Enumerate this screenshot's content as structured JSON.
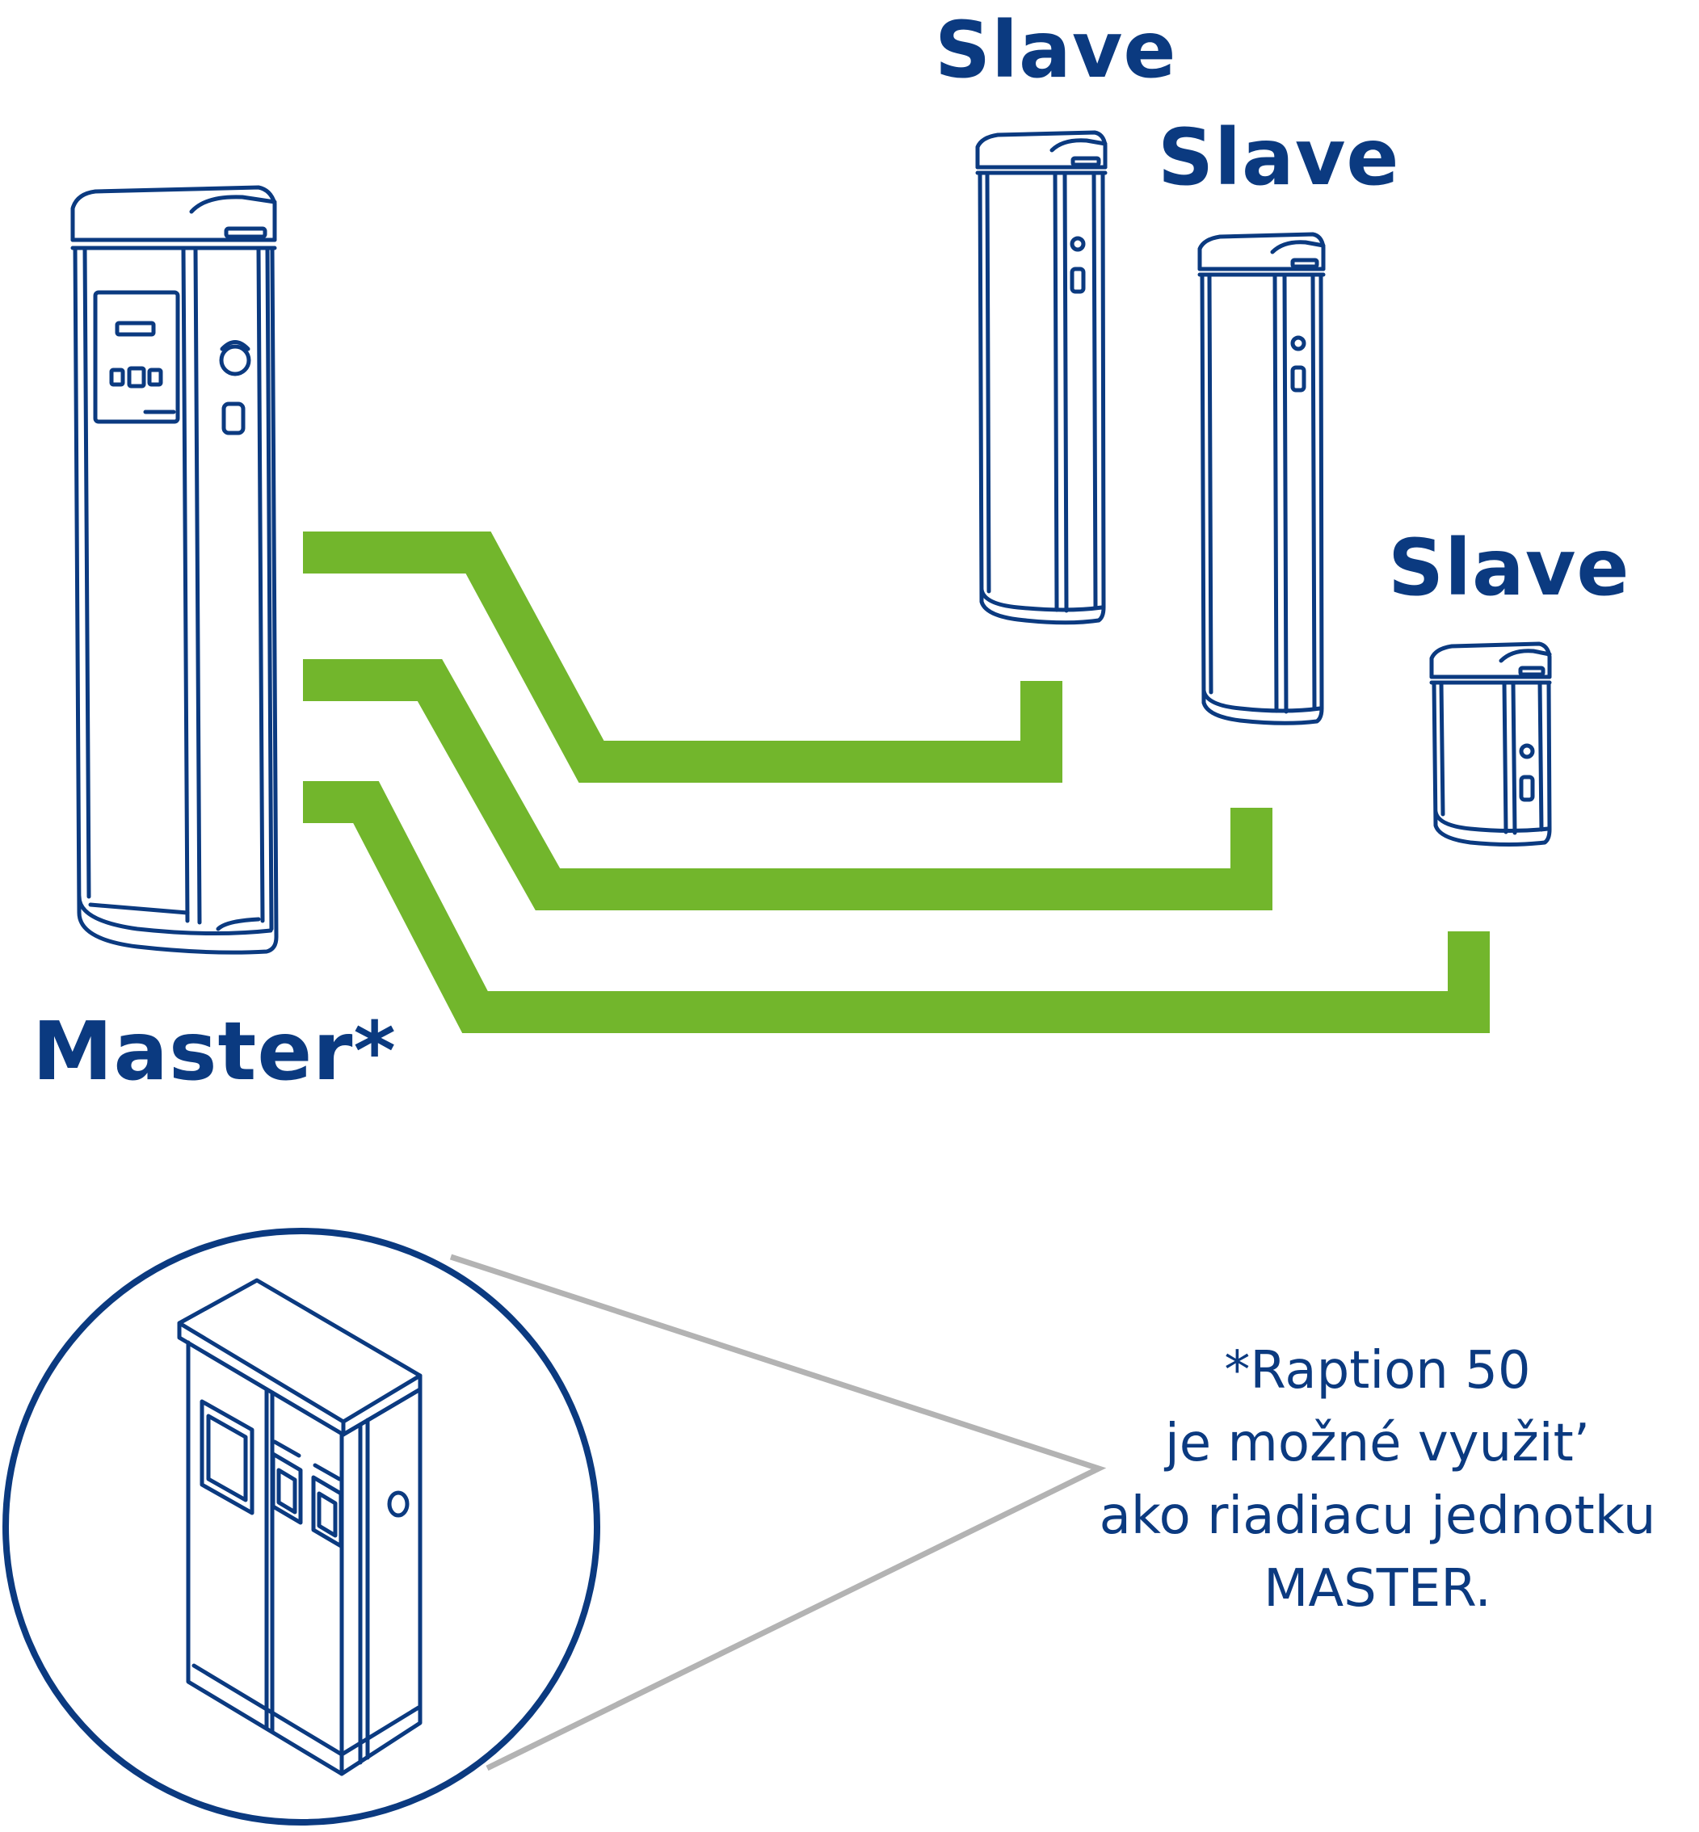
{
  "labels": {
    "slave_1": "Slave",
    "slave_2": "Slave",
    "slave_3": "Slave",
    "master": "Master*"
  },
  "note": {
    "line_1": "*Raption 50",
    "line_2": "je možné využit’",
    "line_3": "ako riadiacu jednotku",
    "line_4": "MASTER."
  },
  "colors": {
    "outline": "#0b3a80",
    "connection": "#72b62c",
    "callout": "#b3b3b3"
  }
}
